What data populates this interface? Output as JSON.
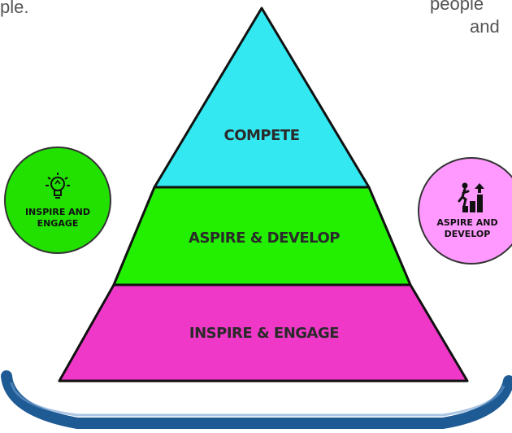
{
  "text_fragments": {
    "top_left": "ple.",
    "top_right_line1": "people",
    "top_right_line2": "and"
  },
  "pyramid": {
    "tiers": [
      {
        "label": "COMPETE",
        "color": "#33e8f0"
      },
      {
        "label": "ASPIRE & DEVELOP",
        "color": "#22f000"
      },
      {
        "label": "INSPIRE & ENGAGE",
        "color": "#f038c8"
      }
    ]
  },
  "badges": {
    "left": {
      "label": "INSPIRE AND\nENGAGE",
      "icon": "lightbulb-icon",
      "color": "#22e000"
    },
    "right": {
      "label": "ASPIRE AND\nDEVELOP",
      "icon": "climbing-stairs-icon",
      "color": "#ff99ff"
    }
  },
  "base_arc": {
    "color": "#1e5a94"
  }
}
